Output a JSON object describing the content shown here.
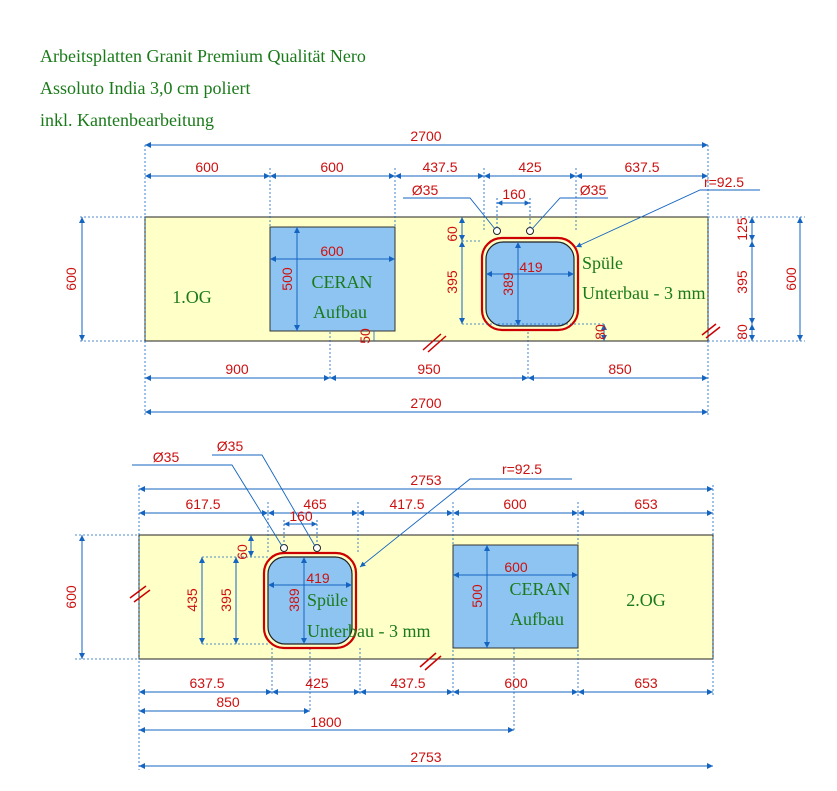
{
  "title_lines": [
    "Arbeitsplatten Granit Premium Qualität Nero",
    "Assoluto India 3,0 cm poliert",
    "inkl. Kantenbearbeitung"
  ],
  "colors": {
    "countertop": "#ffffc8",
    "cutout": "#8ec4f2",
    "dimension_text": "#cc1111",
    "dimension_line": "#1565c0",
    "label_text": "#1a7a1a",
    "sink_outline": "#cc0000"
  },
  "plate1": {
    "label": "1.OG",
    "overall_top": "2700",
    "segments_top": [
      "600",
      "600",
      "437.5",
      "425",
      "637.5"
    ],
    "segments_bottom": [
      "900",
      "950",
      "850"
    ],
    "overall_bottom": "2700",
    "depth_left": "600",
    "depth_right": "600",
    "right_stack": [
      "125",
      "395",
      "80"
    ],
    "ceran": {
      "line1": "CERAN",
      "line2": "Aufbau",
      "width": "600",
      "height": "500",
      "offset": "50"
    },
    "sink": {
      "line1": "Spüle",
      "line2": "Unterbau - 3 mm",
      "width": "419",
      "inner_height": "389",
      "height": "395",
      "top_offset": "60",
      "bottom_offset": "80",
      "radius": "r=92.5"
    },
    "holes": {
      "left": "Ø35",
      "right": "Ø35",
      "spacing": "160"
    }
  },
  "plate2": {
    "label": "2.OG",
    "overall_top": "2753",
    "segments_top": [
      "617.5",
      "465",
      "417.5",
      "600",
      "653"
    ],
    "segments_bottom": [
      "637.5",
      "425",
      "437.5",
      "600",
      "653"
    ],
    "dim_850": "850",
    "dim_1800": "1800",
    "overall_bottom": "2753",
    "depth_left": "600",
    "ceran": {
      "line1": "CERAN",
      "line2": "Aufbau",
      "width": "600",
      "height": "500"
    },
    "sink": {
      "line1": "Spüle",
      "line2": "Unterbau - 3 mm",
      "width": "419",
      "inner_height": "389",
      "height": "395",
      "outer_height": "435",
      "top_offset": "60",
      "radius": "r=92.5"
    },
    "holes": {
      "left": "Ø35",
      "right": "Ø35",
      "spacing": "160"
    }
  }
}
